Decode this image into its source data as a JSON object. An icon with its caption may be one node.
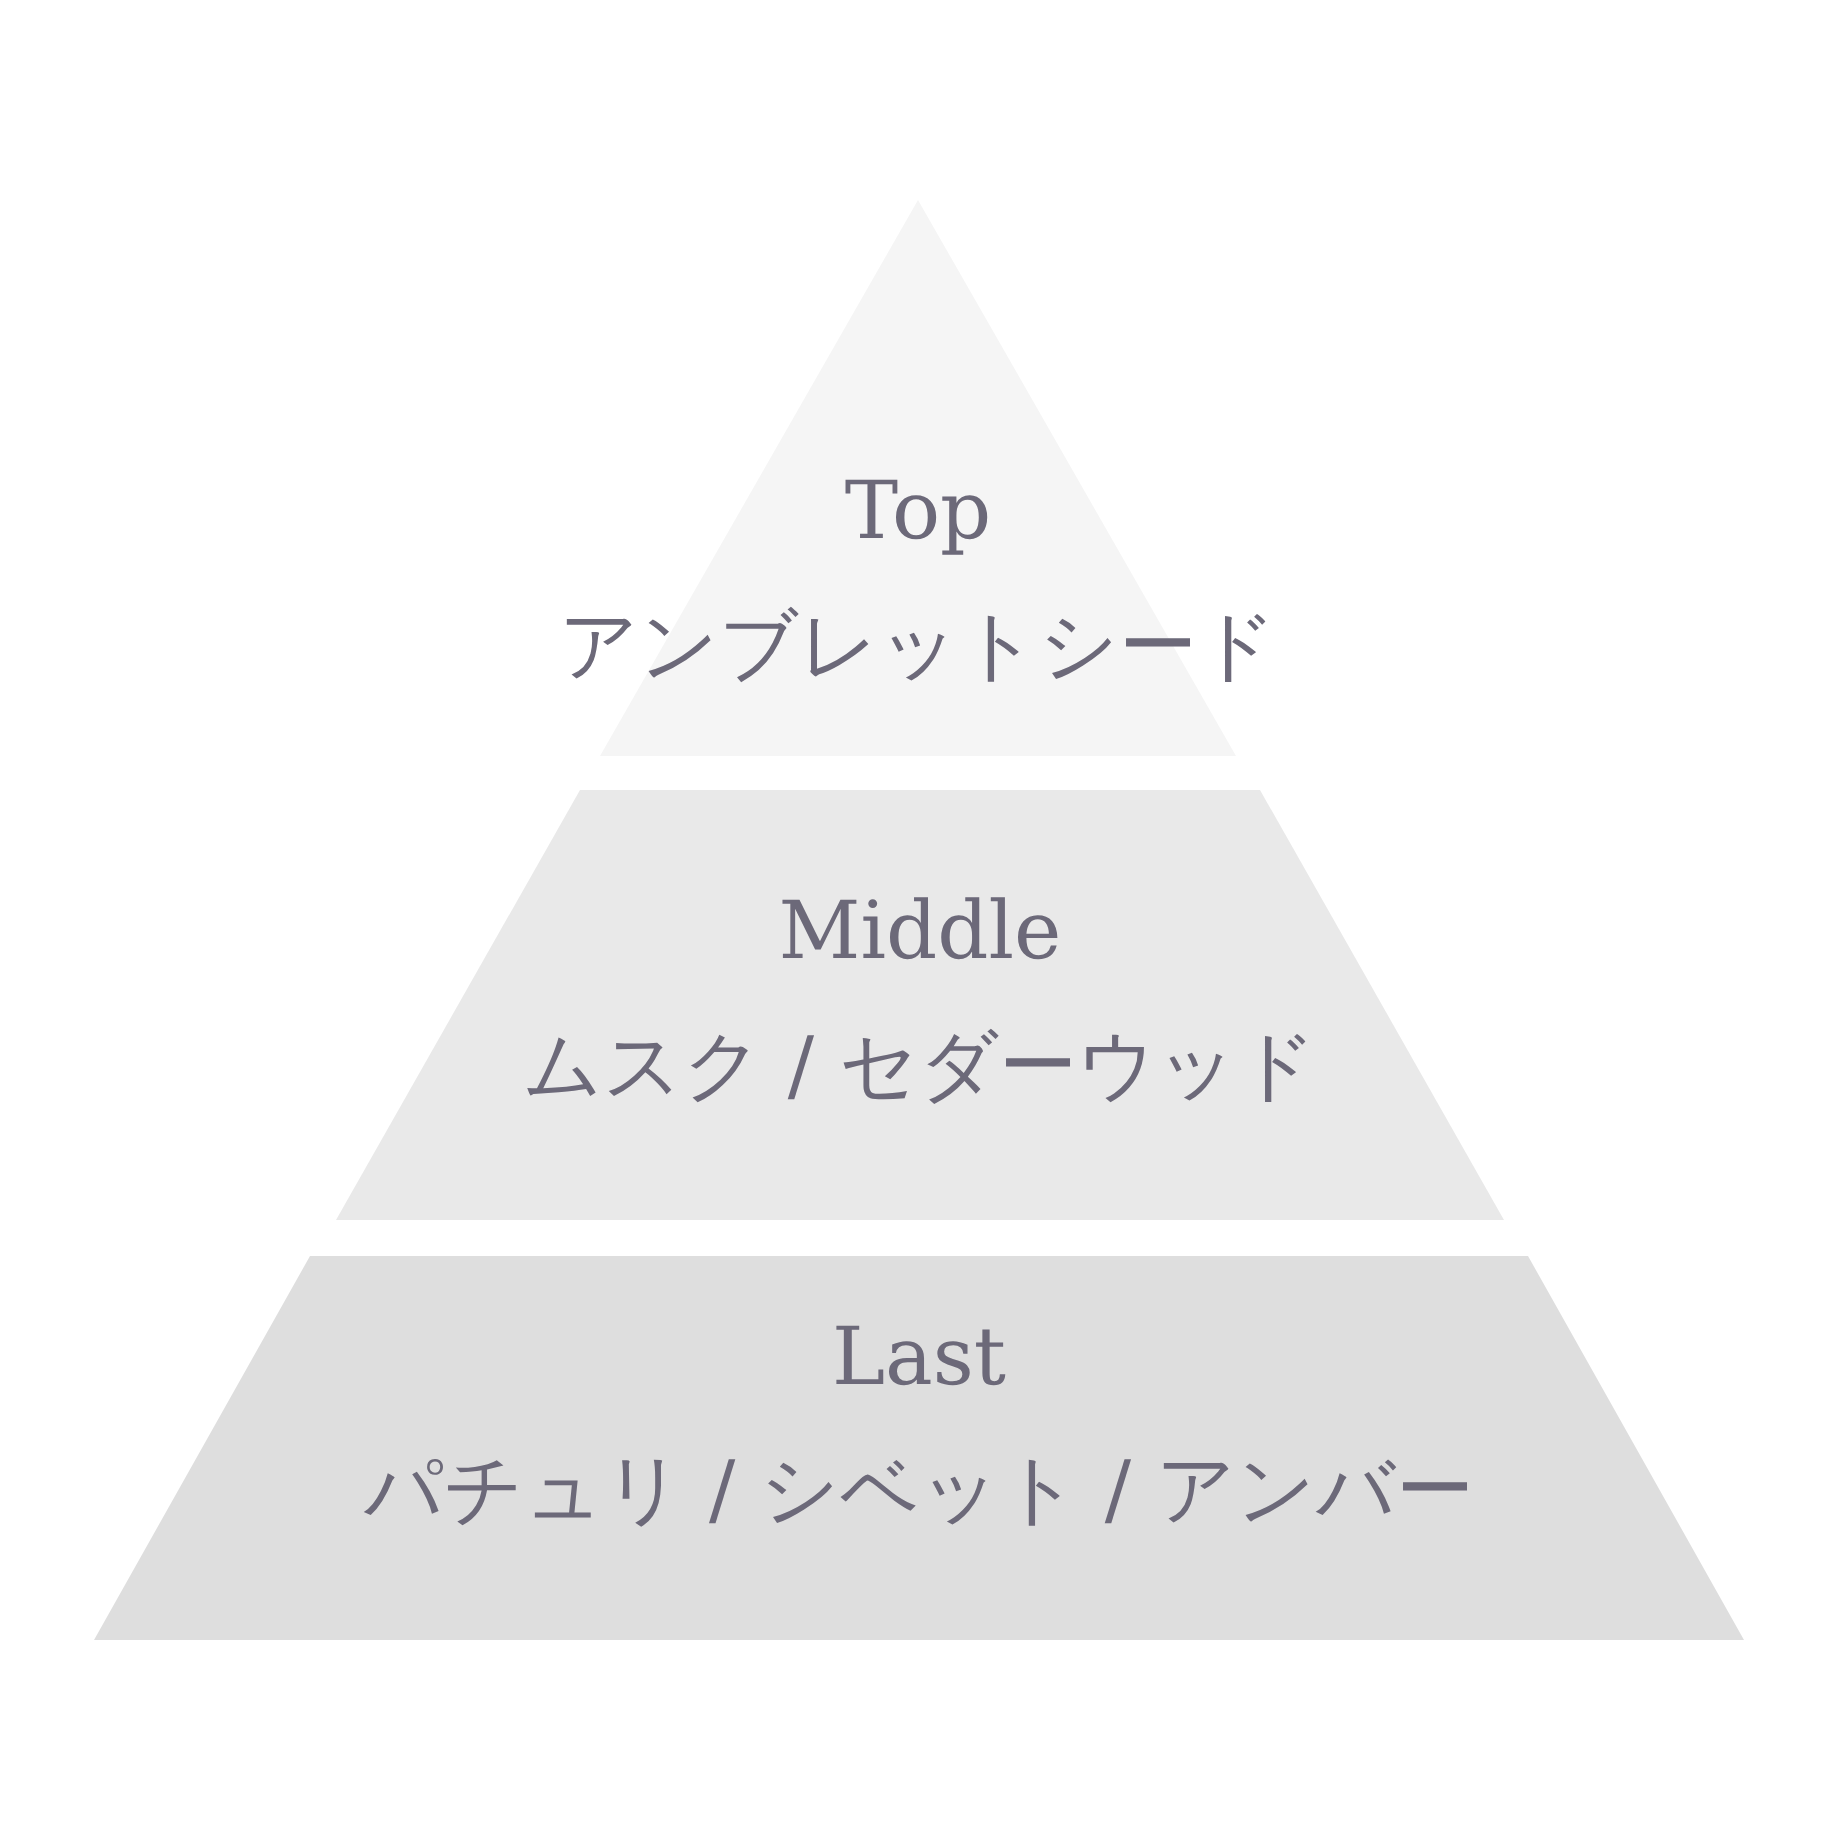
{
  "diagram": {
    "nodes": [
      {
        "text": [
          "Top",
          "アンブレットシード"
        ]
      },
      {
        "text": [
          "Middle",
          "ムスク / セダーウッド"
        ]
      },
      {
        "text": [
          "Last",
          "パチュリ / シベット / アンバー"
        ]
      }
    ]
  }
}
